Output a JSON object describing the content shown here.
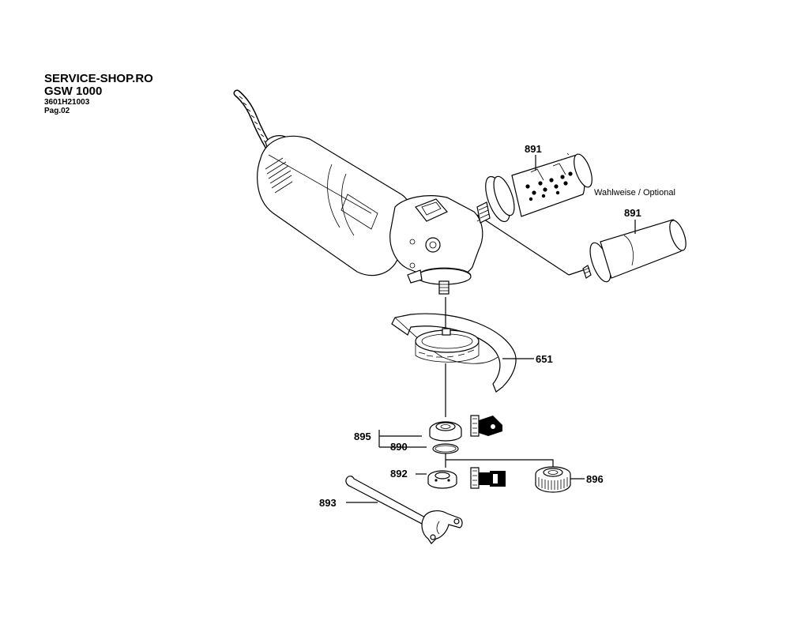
{
  "header": {
    "shop": "SERVICE-SHOP.RO",
    "model": "GSW 1000",
    "code": "3601H21003",
    "page": "Pag.02"
  },
  "labels": {
    "handle_top": "891",
    "optional_note": "Wahlweise / Optional",
    "handle_bottom": "891",
    "guard": "651",
    "flange_group": "895",
    "oring": "890",
    "clamp_nut": "892",
    "quick_nut": "896",
    "spanner": "893"
  }
}
